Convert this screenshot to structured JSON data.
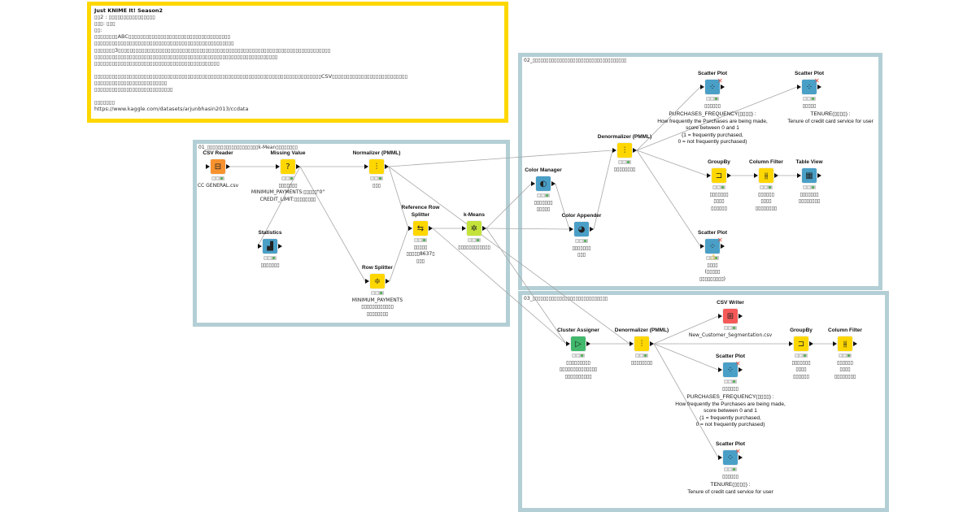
{
  "annotation": {
    "lines": [
      {
        "text": "Just KNIME It! Season2",
        "bold": true
      },
      {
        "text": "▯▯2 : ▯▯▯▯▯▯▯▯▯▯▯▯▯▯▯▯"
      },
      {
        "text": "▯▯▯: ▯▯▯"
      },
      {
        "text": "▯▯:"
      },
      {
        "text": "▯▯▯▯▯▯▯▯ABC▯▯▯▯▯▯▯▯▯▯▯▯▯▯▯▯▯▯▯▯▯▯▯▯▯▯▯▯▯▯▯▯▯▯▯"
      },
      {
        "text": "▯▯▯▯▯▯▯▯▯▯▯▯▯▯▯▯▯▯▯▯▯▯▯▯▯▯▯▯▯▯▯▯▯▯▯▯▯▯▯▯▯▯▯▯▯▯▯▯"
      },
      {
        "text": "▯▯▯▯▯▯▯3▯▯▯▯▯▯▯▯▯▯▯▯▯▯▯▯▯▯▯▯▯▯▯▯▯▯▯▯▯▯▯▯▯▯▯▯▯▯▯▯▯▯▯▯▯▯▯▯▯▯▯▯▯▯▯▯▯▯▯▯▯▯▯▯▯▯▯▯▯▯▯▯▯"
      },
      {
        "text": "▯▯▯▯▯▯▯▯▯▯▯▯▯▯▯▯▯▯▯▯▯▯▯▯▯▯▯▯▯▯▯▯▯▯▯▯▯▯▯▯▯▯▯▯▯▯▯▯▯▯▯▯▯▯▯▯▯▯▯▯▯▯▯"
      },
      {
        "text": "▯▯▯▯▯▯▯▯▯▯▯▯▯▯▯▯▯▯▯▯▯▯▯▯▯▯▯▯▯▯▯▯▯▯▯▯▯▯▯▯▯▯▯"
      },
      {
        "text": "▯▯▯▯▯▯▯▯▯▯▯▯▯▯▯▯▯▯▯▯▯▯▯▯▯▯▯▯▯▯▯▯▯▯▯▯▯▯▯▯▯▯▯▯▯▯▯▯▯▯▯▯▯▯▯▯▯▯▯▯▯▯▯▯▯▯▯▯▯▯▯▯▯▯▯▯▯▯CSV▯▯▯▯▯▯▯▯▯▯▯▯▯▯▯▯▯▯▯▯▯▯▯▯▯▯",
        "gap": true
      },
      {
        "text": "▯▯▯▯▯▯▯▯▯▯▯▯▯▯▯▯▯▯▯▯▯▯▯▯▯"
      },
      {
        "text": "▯▯▯▯▯▯▯▯▯▯▯▯▯▯▯▯▯▯▯▯▯▯▯▯▯▯▯"
      },
      {
        "text": "▯▯▯▯▯▯▯",
        "gap": true
      },
      {
        "text": "https://www.kaggle.com/datasets/arjunbhasin2013/ccdata"
      }
    ]
  },
  "sections": {
    "s1": {
      "title": "01_▯▯▯▯▯▯▯▯▯▯▯▯▯▯▯▯▯▯▯k-Mean▯▯▯▯▯▯▯▯"
    },
    "s2": {
      "title": "02_▯▯▯▯▯▯▯▯▯▯▯▯▯▯▯▯▯▯▯▯▯▯▯▯▯▯▯▯▯▯▯▯▯▯▯"
    },
    "s3": {
      "title": "03_▯▯▯▯▯▯▯▯▯▯▯▯▯▯▯▯▯▯▯▯▯▯▯▯▯▯▯▯"
    }
  },
  "colors": {
    "source": "#f7922e",
    "manipulator": "#ffd700",
    "visualizer": "#4a9fc7",
    "learner": "#c4e33a",
    "predictor": "#41b86b",
    "sink": "#f55a58",
    "section_border": "#b3cfd5",
    "annotation_border": "#ffd700"
  },
  "nodes": [
    {
      "id": "csv_reader",
      "label": "CSV Reader",
      "type": "source",
      "icon": "file-reader-icon",
      "glyph": "⊟",
      "captions": [
        "CC GENERAL.csv"
      ]
    },
    {
      "id": "missing_value",
      "label": "Missing Value",
      "type": "manipulator",
      "icon": "question-icon",
      "glyph": "?",
      "captions": [
        "▯▯▯▯▯▯▯",
        "MINIMUM_PAYMENTS:▯▯▯▯▯\"0\"",
        "CREDIT_LIMIT:▯▯▯▯▯▯▯▯"
      ]
    },
    {
      "id": "normalizer",
      "label": "Normalizer (PMML)",
      "type": "manipulator",
      "icon": "normalize-icon",
      "glyph": "⫶",
      "captions": [
        "▯▯▯"
      ]
    },
    {
      "id": "statistics",
      "label": "Statistics",
      "type": "visualizer",
      "icon": "statistics-icon",
      "glyph": "▟",
      "captions": [
        "▯▯▯▯▯▯▯"
      ]
    },
    {
      "id": "ref_row_splitter",
      "label": "Reference Row Splitter",
      "type": "manipulator",
      "icon": "split-icon",
      "glyph": "⇆",
      "captions": [
        "▯▯▯▯▯",
        "▯▯▯▯▯8637▯",
        "▯▯▯"
      ]
    },
    {
      "id": "kmeans",
      "label": "k-Means",
      "type": "learner",
      "icon": "kmeans-icon",
      "glyph": "✲",
      "captions": [
        "▯▯▯▯▯▯▯▯▯▯▯▯"
      ]
    },
    {
      "id": "row_splitter",
      "label": "Row Splitter",
      "type": "manipulator",
      "icon": "row-split-icon",
      "glyph": "≑",
      "captions": [
        "MINIMUM_PAYMENTS",
        "▯▯▯▯▯▯▯▯▯▯▯▯",
        "▯▯▯▯▯▯▯▯"
      ]
    },
    {
      "id": "scatter_a",
      "label": "Scatter Plot",
      "type": "visualizer",
      "icon": "scatter-plot-icon",
      "glyph": "⁘",
      "captions": [
        "▯▯▯▯▯▯"
      ],
      "disabled": true
    },
    {
      "id": "scatter_b",
      "label": "Scatter Plot",
      "type": "visualizer",
      "icon": "scatter-plot-icon",
      "glyph": "⁘",
      "captions": [
        "▯▯▯▯▯"
      ],
      "disabled": true
    },
    {
      "id": "denorm_a",
      "label": "Denormalizer (PMML)",
      "type": "manipulator",
      "icon": "denormalize-icon",
      "glyph": "⫶",
      "captions": [
        "▯▯▯▯▯▯▯▯"
      ]
    },
    {
      "id": "color_manager",
      "label": "Color Manager",
      "type": "visualizer",
      "icon": "color-drop-icon",
      "glyph": "◐",
      "captions": [
        "▯▯▯▯▯▯▯",
        "▯▯▯▯▯"
      ]
    },
    {
      "id": "color_appender",
      "label": "Color Appender",
      "type": "visualizer",
      "icon": "color-append-icon",
      "glyph": "◕",
      "captions": [
        "▯▯▯▯▯▯▯",
        "▯▯▯"
      ]
    },
    {
      "id": "groupby_a",
      "label": "GroupBy",
      "type": "manipulator",
      "icon": "groupby-icon",
      "glyph": "⊐",
      "captions": [
        "▯▯▯▯▯▯▯",
        "▯▯▯▯",
        "▯▯▯▯▯▯"
      ]
    },
    {
      "id": "colfilter_a",
      "label": "Column Filter",
      "type": "manipulator",
      "icon": "column-filter-icon",
      "glyph": "⫵",
      "captions": [
        "▯▯▯▯▯▯",
        "▯▯▯▯",
        "▯▯▯▯▯▯▯▯"
      ]
    },
    {
      "id": "tableview",
      "label": "Table View",
      "type": "visualizer",
      "icon": "table-icon",
      "glyph": "▦",
      "captions": [
        "▯▯▯▯▯▯▯",
        "▯▯▯▯▯▯▯▯"
      ]
    },
    {
      "id": "scatter_c",
      "label": "Scatter Plot",
      "type": "visualizer",
      "icon": "scatter-plot-icon",
      "glyph": "⁘",
      "captions": [
        "▯▯▯▯",
        "(▯▯▯▯▯",
        "▯▯▯▯▯▯▯▯▯)"
      ],
      "disabled": true,
      "warning": true
    },
    {
      "id": "csv_writer",
      "label": "CSV Writer",
      "type": "sink",
      "icon": "file-writer-icon",
      "glyph": "⊞",
      "captions": [
        "New_Customer_Segmentation.csv"
      ]
    },
    {
      "id": "cluster_assigner",
      "label": "Cluster Assigner",
      "type": "predictor",
      "icon": "cluster-assign-icon",
      "glyph": "▷",
      "captions": [
        "▯▯▯▯▯▯▯▯▯",
        "▯▯▯▯▯▯▯▯▯▯▯▯▯▯",
        "▯▯▯▯▯▯▯▯▯▯"
      ]
    },
    {
      "id": "denorm_b",
      "label": "Denormalizer (PMML)",
      "type": "manipulator",
      "icon": "denormalize-icon",
      "glyph": "⫶",
      "captions": [
        "▯▯▯▯▯▯▯▯"
      ]
    },
    {
      "id": "groupby_b",
      "label": "GroupBy",
      "type": "manipulator",
      "icon": "groupby-icon",
      "glyph": "⊐",
      "captions": [
        "▯▯▯▯▯▯▯",
        "▯▯▯▯",
        "▯▯▯▯▯▯"
      ]
    },
    {
      "id": "colfilter_b",
      "label": "Column Filter",
      "type": "manipulator",
      "icon": "column-filter-icon",
      "glyph": "⫵",
      "captions": [
        "▯▯▯▯▯▯",
        "▯▯▯▯",
        "▯▯▯▯▯▯▯▯"
      ]
    },
    {
      "id": "scatter_d",
      "label": "Scatter Plot",
      "type": "visualizer",
      "icon": "scatter-plot-icon",
      "glyph": "⁘",
      "captions": [
        "▯▯▯▯▯▯"
      ],
      "disabled": true
    },
    {
      "id": "scatter_e",
      "label": "Scatter Plot",
      "type": "visualizer",
      "icon": "scatter-plot-icon",
      "glyph": "⁘",
      "captions": [
        "▯▯▯▯▯▯"
      ],
      "disabled": true
    }
  ],
  "notes": {
    "s2_purchases": [
      "PURCHASES_FREQUENCY(▯▯▯▯) :",
      "How frequently the Purchases are being made,",
      "score between 0 and 1",
      "(1 = frequently purchased,",
      "0 = not frequently purchased)"
    ],
    "s2_tenure": [
      "TENURE(▯▯▯▯) :",
      "Tenure of credit card service for user"
    ],
    "s3_purchases": [
      "PURCHASES_FREQUENCY(▯▯▯▯) :",
      "How frequently the Purchases are being made,",
      "score between 0 and 1",
      "(1 = frequently purchased,",
      "0 = not frequently purchased)"
    ],
    "s3_tenure": [
      "TENURE(▯▯▯▯) :",
      "Tenure of credit card service for user"
    ]
  }
}
